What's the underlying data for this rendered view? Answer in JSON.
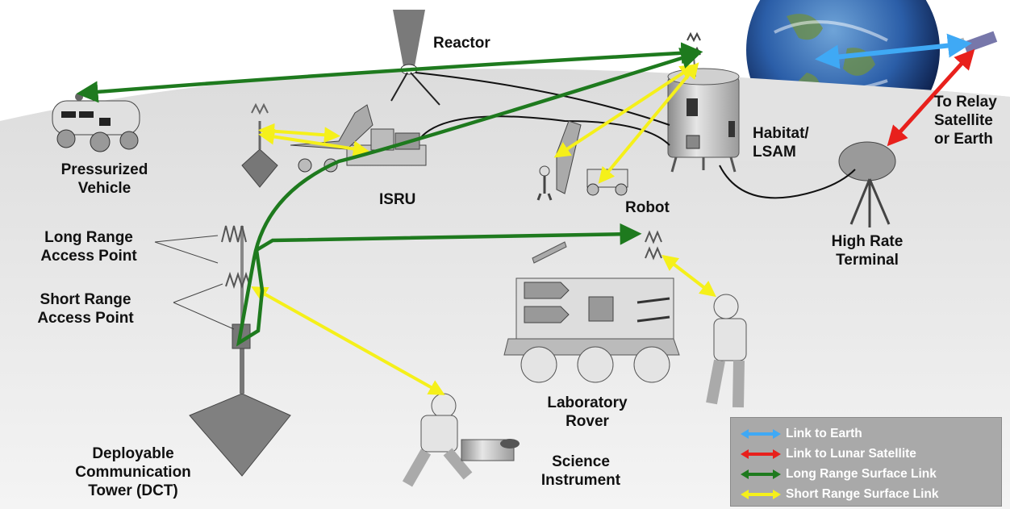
{
  "labels": {
    "reactor": "Reactor",
    "pressurized_vehicle": [
      "Pressurized",
      "Vehicle"
    ],
    "isru": "ISRU",
    "robot": "Robot",
    "habitat": [
      "Habitat/",
      "LSAM"
    ],
    "relay": [
      "To Relay",
      "Satellite",
      "or Earth"
    ],
    "high_rate_terminal": [
      "High Rate",
      "Terminal"
    ],
    "long_range_access_point": [
      "Long Range",
      "Access Point"
    ],
    "short_range_access_point": [
      "Short Range",
      "Access Point"
    ],
    "laboratory_rover": [
      "Laboratory",
      "Rover"
    ],
    "science_instrument": [
      "Science",
      "Instrument"
    ],
    "dct": [
      "Deployable",
      "Communication",
      "Tower (DCT)"
    ]
  },
  "legend": [
    {
      "label": "Link to Earth",
      "color": "#3fa9f5"
    },
    {
      "label": "Link to Lunar Satellite",
      "color": "#e8201c"
    },
    {
      "label": "Long Range Surface Link",
      "color": "#1e7a1e"
    },
    {
      "label": "Short Range Surface Link",
      "color": "#f5f01a"
    }
  ],
  "colors": {
    "earth_link": "#3fa9f5",
    "satellite_link": "#e8201c",
    "long_range_link": "#1e7a1e",
    "short_range_link": "#f5f01a"
  }
}
